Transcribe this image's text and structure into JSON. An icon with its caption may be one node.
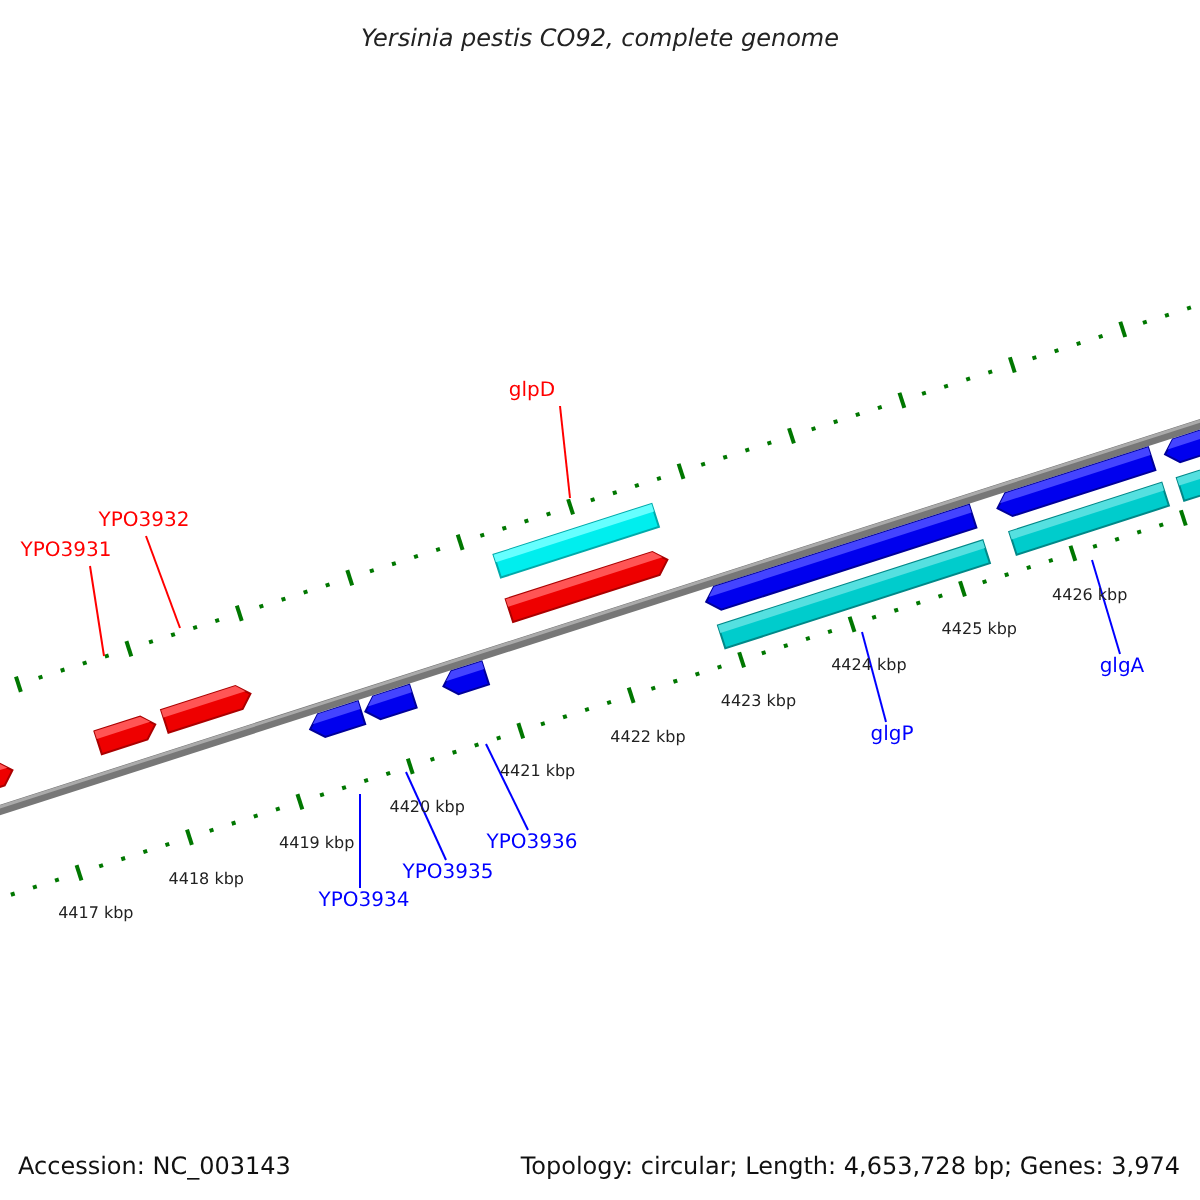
{
  "diagram": {
    "title": "Yersinia pestis CO92, complete genome",
    "nodes": [
      {
        "text": [
          "YPO3931"
        ]
      },
      {
        "text": [
          "YPO3932"
        ]
      },
      {
        "text": [
          "glpD"
        ]
      },
      {
        "text": [
          "YPO3934"
        ]
      },
      {
        "text": [
          "YPO3935"
        ]
      },
      {
        "text": [
          "YPO3936"
        ]
      },
      {
        "text": [
          "glgP"
        ]
      },
      {
        "text": [
          "glgA"
        ]
      }
    ],
    "edges": [
      {
        "from": 0,
        "to": null,
        "arrow": "none",
        "color": "#ff0000"
      },
      {
        "from": 1,
        "to": null,
        "arrow": "none",
        "color": "#ff0000"
      },
      {
        "from": 2,
        "to": null,
        "arrow": "none",
        "color": "#ff0000"
      },
      {
        "from": 3,
        "to": null,
        "arrow": "none"
      },
      {
        "from": 4,
        "to": null,
        "arrow": "none"
      },
      {
        "from": 5,
        "to": null,
        "arrow": "none"
      },
      {
        "from": 6,
        "to": null,
        "arrow": "none"
      },
      {
        "from": 7,
        "to": null,
        "arrow": "none"
      }
    ],
    "labels": [
      "4417 kbp",
      "4418 kbp",
      "4419 kbp",
      "4420 kbp",
      "4421 kbp",
      "4422 kbp",
      "4423 kbp",
      "4424 kbp",
      "4425 kbp",
      "4426 kbp",
      "Accession: NC_003143",
      "Topology: circular; Length: 4,653,728 bp; Genes: 3,974"
    ]
  }
}
